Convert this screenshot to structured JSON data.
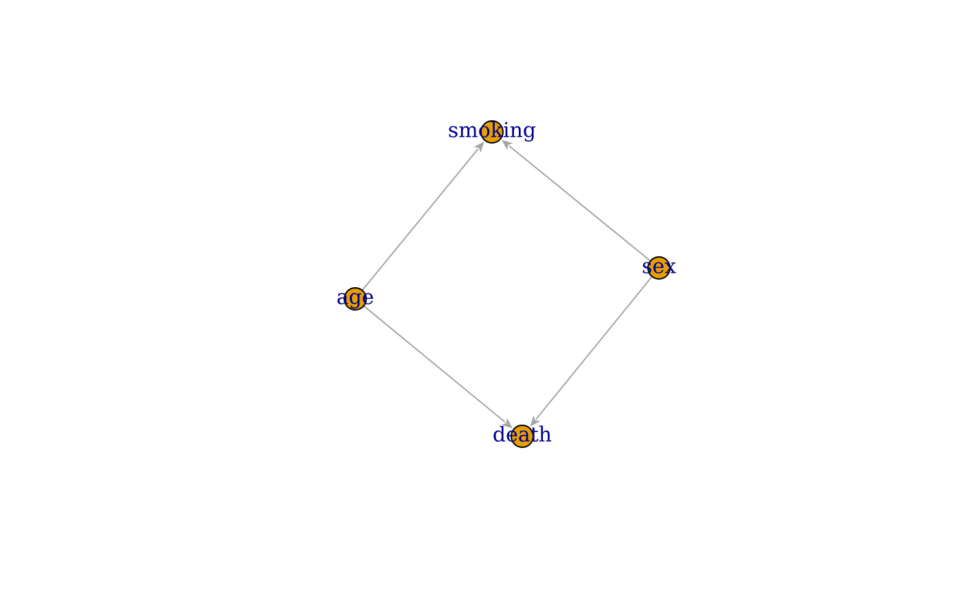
{
  "graph": {
    "directed": true,
    "colors": {
      "node_fill": "#e69f00",
      "node_border": "#000000",
      "edge": "#a5a5a5",
      "label": "#00008b",
      "background": "#ffffff"
    },
    "nodes": [
      {
        "id": "smoking",
        "label": "smoking"
      },
      {
        "id": "age",
        "label": "age"
      },
      {
        "id": "sex",
        "label": "sex"
      },
      {
        "id": "death",
        "label": "death"
      }
    ],
    "edges": [
      {
        "from": "age",
        "to": "smoking"
      },
      {
        "from": "sex",
        "to": "smoking"
      },
      {
        "from": "age",
        "to": "death"
      },
      {
        "from": "sex",
        "to": "death"
      }
    ]
  }
}
